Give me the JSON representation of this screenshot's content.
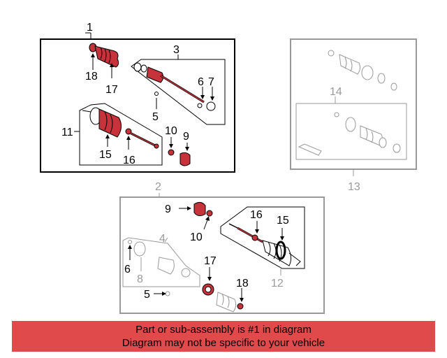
{
  "colors": {
    "highlight": "#c8323b",
    "banner": "#e04a4a"
  },
  "callouts": {
    "top_left": {
      "n1": "1",
      "n3": "3",
      "n18": "18",
      "n17": "17",
      "n6": "6",
      "n7": "7",
      "n5": "5",
      "n11": "11",
      "n10": "10",
      "n9": "9",
      "n15": "15",
      "n16": "16"
    },
    "top_right": {
      "n14": "14",
      "n13": "13"
    },
    "bottom": {
      "n2": "2",
      "n9": "9",
      "n10": "10",
      "n16": "16",
      "n15": "15",
      "n4": "4",
      "n6": "6",
      "n8": "8",
      "n17": "17",
      "n5": "5",
      "n18": "18",
      "n12": "12"
    }
  },
  "banner": {
    "line1": "Part or sub-assembly is #1 in diagram",
    "line2": "Diagram may not be specific to your vehicle"
  }
}
